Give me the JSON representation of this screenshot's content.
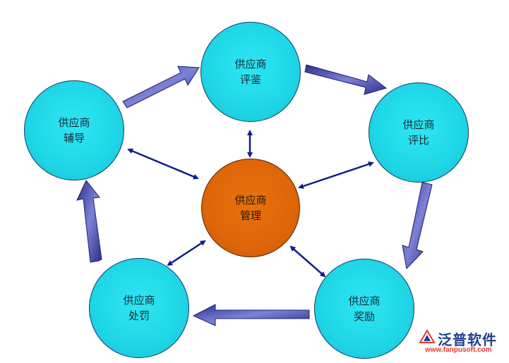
{
  "nodes": {
    "evaluate": {
      "line1": "供应商",
      "line2": "评鉴"
    },
    "compare": {
      "line1": "供应商",
      "line2": "评比"
    },
    "reward": {
      "line1": "供应商",
      "line2": "奖励"
    },
    "punish": {
      "line1": "供应商",
      "line2": "处罚"
    },
    "coach": {
      "line1": "供应商",
      "line2": "辅导"
    },
    "manage": {
      "line1": "供应商",
      "line2": "管理"
    }
  },
  "colors": {
    "outer_fill": "#1fd6e6",
    "center_fill": "#dd6608",
    "cycle_arrow": "#4a4fb0",
    "link_arrow": "#0f1f8a"
  },
  "logo": {
    "name": "泛普软件",
    "url_text": "www.fanpusoft.com"
  }
}
